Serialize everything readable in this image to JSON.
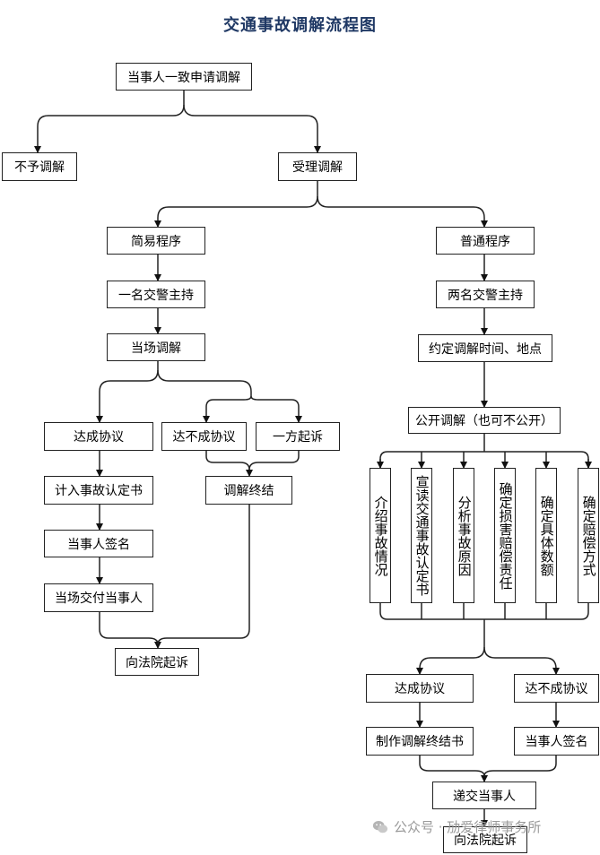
{
  "title": "交通事故调解流程图",
  "nodes": {
    "start": "当事人一致申请调解",
    "reject": "不予调解",
    "accept": "受理调解",
    "simple": "简易程序",
    "normal": "普通程序",
    "one_police": "一名交警主持",
    "two_police": "两名交警主持",
    "onsite": "当场调解",
    "schedule": "约定调解时间、地点",
    "agree_left": "达成协议",
    "disagree_left": "达不成协议",
    "one_side_sue": "一方起诉",
    "public": "公开调解（也可不公开）",
    "record": "计入事故认定书",
    "terminate_left": "调解终结",
    "sign_left": "当事人签名",
    "deliver_left": "当场交付当事人",
    "court_left": "向法院起诉",
    "step1": "介绍事故情况",
    "step2": "宣读交通事故认定书",
    "step3": "分析事故原因",
    "step4": "确定损害赔偿责任",
    "step5": "确定具体数额",
    "step6": "确定赔偿方式",
    "agree_right": "达成协议",
    "disagree_right": "达不成协议",
    "make_doc": "制作调解终结书",
    "sign_right": "当事人签名",
    "deliver_right": "递交当事人",
    "court_right": "向法院起诉"
  },
  "watermark": {
    "icon": "wechat-icon",
    "text": "公众号 · 劢爱律师事务所"
  },
  "colors": {
    "title": "#1f3864",
    "line": "#222222",
    "watermark": "#9a9a9a"
  }
}
